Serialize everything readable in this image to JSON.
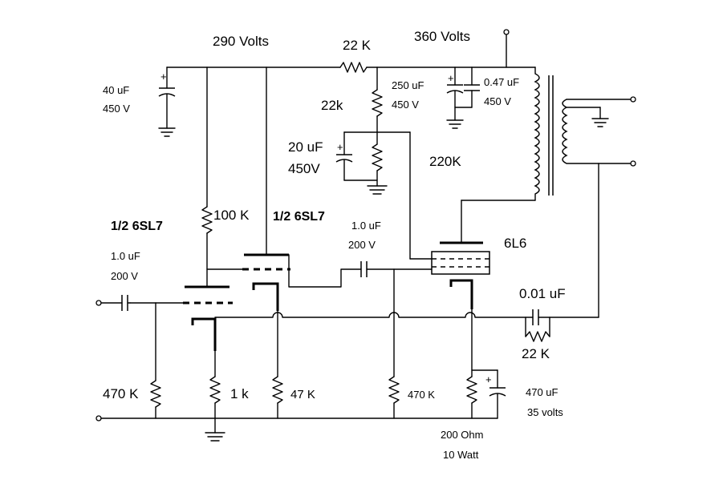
{
  "schematic": {
    "labels": {
      "b_plus_290": "290 Volts",
      "b_plus_360": "360 Volts",
      "r_dropper": "22 K",
      "c_filter1_value": "40 uF",
      "c_filter1_voltage": "450 V",
      "c_filter2_value": "250 uF",
      "c_filter2_voltage": "450 V",
      "c_bypass_value": "0.47 uF",
      "c_bypass_voltage": "450 V",
      "r_screen": "22k",
      "c_screen_value": "20 uF",
      "c_screen_voltage": "450V",
      "r_220k": "220K",
      "tube1": "1/2 6SL7",
      "tube2": "1/2 6SL7",
      "r_plate1": "100 K",
      "c_input_value": "1.0 uF",
      "c_input_voltage": "200 V",
      "c_coupling_value": "1.0 uF",
      "c_coupling_voltage": "200 V",
      "tube_output": "6L6",
      "c_feedback": "0.01 uF",
      "r_feedback": "22 K",
      "r_grid1": "470 K",
      "r_cathode1": "1 k",
      "r_cathode2": "47 K",
      "r_grid2": "470 K",
      "c_cathode_value": "470 uF",
      "c_cathode_voltage": "35 volts",
      "r_cathode_out_value": "200 Ohm",
      "r_cathode_out_power": "10 Watt"
    }
  }
}
